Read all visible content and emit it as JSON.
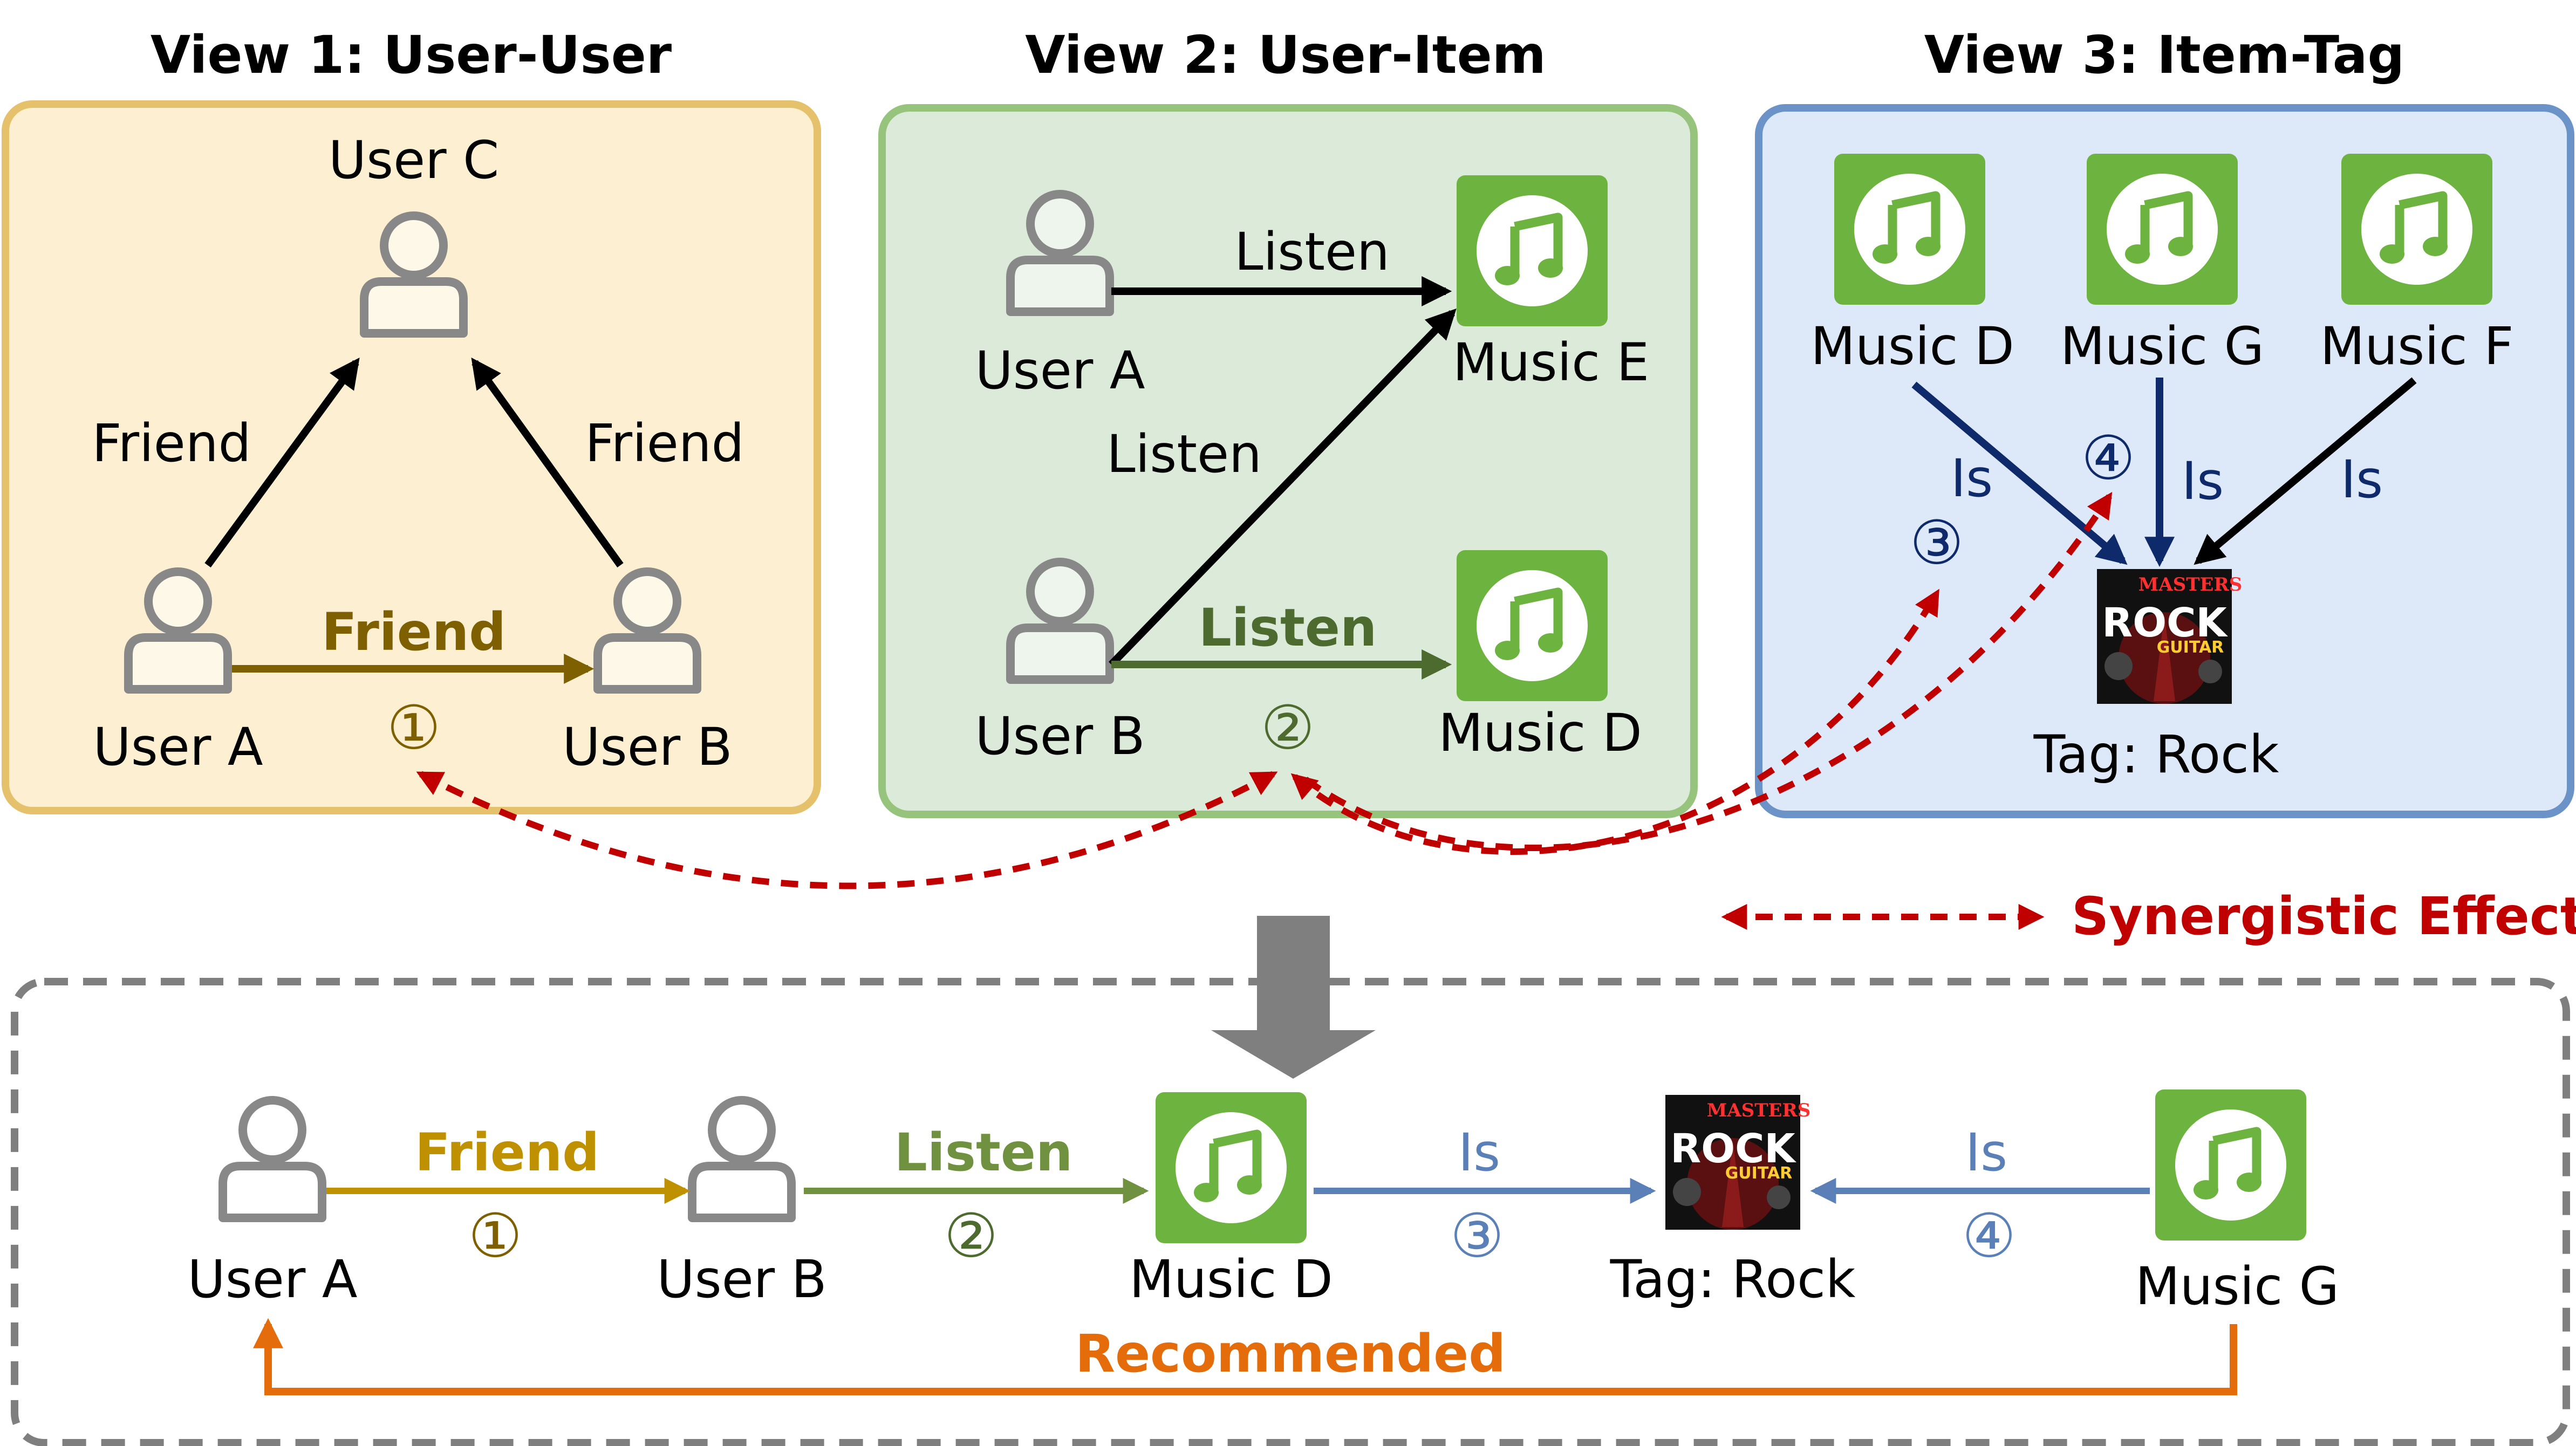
{
  "views": {
    "view1": {
      "title": "View 1: User-User",
      "nodes": {
        "user_c": "User C",
        "user_a": "User A",
        "user_b": "User B"
      },
      "edges": {
        "left_friend": "Friend",
        "right_friend": "Friend",
        "bottom_friend": "Friend"
      },
      "step": "①"
    },
    "view2": {
      "title": "View 2: User-Item",
      "nodes": {
        "user_a": "User A",
        "user_b": "User B",
        "music_e": "Music E",
        "music_d": "Music D"
      },
      "edges": {
        "a_listen_e": "Listen",
        "b_listen_e": "Listen",
        "b_listen_d": "Listen"
      },
      "step": "②"
    },
    "view3": {
      "title": "View 3: Item-Tag",
      "nodes": {
        "music_d": "Music D",
        "music_g": "Music G",
        "music_f": "Music F",
        "tag": "Tag: Rock"
      },
      "edges": {
        "d_is": "Is",
        "g_is": "Is",
        "f_is": "Is"
      },
      "step3": "③",
      "step4": "④",
      "album_art": {
        "line1": "MASTERS",
        "line2": "ROCK",
        "line3": "GUITAR"
      }
    }
  },
  "legend": {
    "label": "Synergistic Effect"
  },
  "path": {
    "nodes": {
      "user_a": "User A",
      "user_b": "User B",
      "music_d": "Music D",
      "tag": "Tag: Rock",
      "music_g": "Music G"
    },
    "edges": {
      "friend": "Friend",
      "listen": "Listen",
      "is1": "Is",
      "is2": "Is"
    },
    "steps": {
      "s1": "①",
      "s2": "②",
      "s3": "③",
      "s4": "④"
    },
    "recommended": "Recommended"
  },
  "colors": {
    "view1_fill": "#fdf0d2",
    "view1_border": "#e5c16b",
    "view2_fill": "#dcebd9",
    "view2_border": "#96c47c",
    "view3_fill": "#dde8f8",
    "view3_border": "#6b93c8",
    "user_icon": "#888888",
    "music_icon": "#6db33f",
    "friend": "#7f6000",
    "friend_light": "#bf9000",
    "listen": "#4e6b2f",
    "listen_light": "#70913f",
    "is_dark": "#0f2a6b",
    "is_light": "#5b80b8",
    "synergy": "#c00000",
    "recommended": "#e46c0a",
    "down_arrow": "#7f7f7f",
    "dashed_box": "#7f7f7f"
  }
}
